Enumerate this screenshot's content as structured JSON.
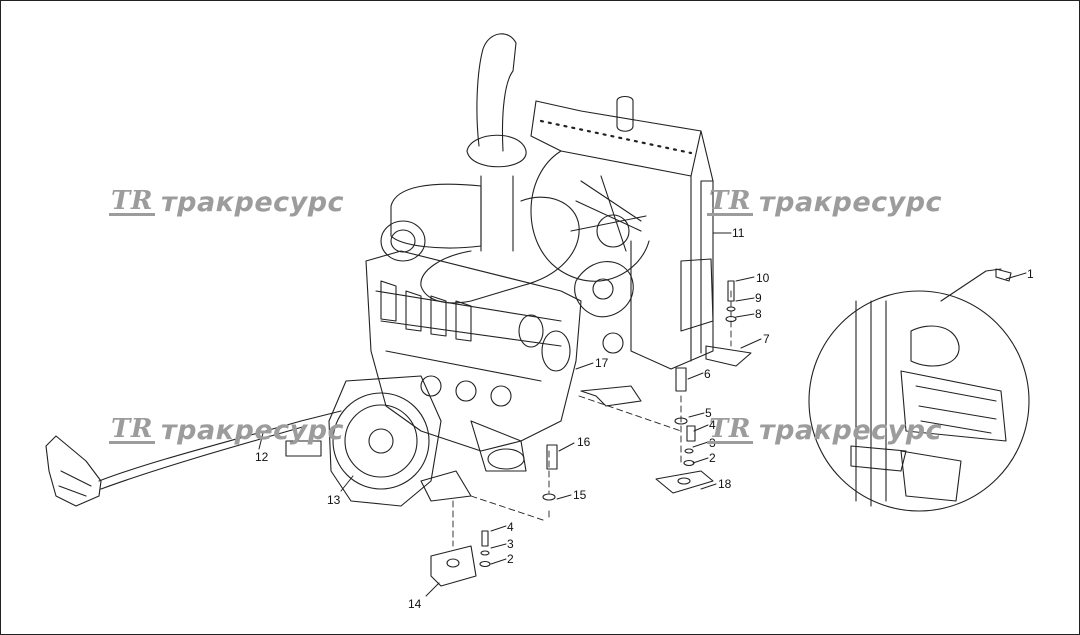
{
  "watermark": {
    "logo": "TR",
    "text": "тракресурс"
  },
  "callouts": [
    {
      "id": "c1",
      "text": "1"
    },
    {
      "id": "c2a",
      "text": "2"
    },
    {
      "id": "c2b",
      "text": "2"
    },
    {
      "id": "c3a",
      "text": "3"
    },
    {
      "id": "c3b",
      "text": "3"
    },
    {
      "id": "c4a",
      "text": "4"
    },
    {
      "id": "c4b",
      "text": "4"
    },
    {
      "id": "c5",
      "text": "5"
    },
    {
      "id": "c6",
      "text": "6"
    },
    {
      "id": "c7",
      "text": "7"
    },
    {
      "id": "c8",
      "text": "8"
    },
    {
      "id": "c9",
      "text": "9"
    },
    {
      "id": "c10",
      "text": "10"
    },
    {
      "id": "c11",
      "text": "11"
    },
    {
      "id": "c12",
      "text": "12"
    },
    {
      "id": "c13",
      "text": "13"
    },
    {
      "id": "c14",
      "text": "14"
    },
    {
      "id": "c15",
      "text": "15"
    },
    {
      "id": "c16",
      "text": "16"
    },
    {
      "id": "c17",
      "text": "17"
    },
    {
      "id": "c18",
      "text": "18"
    }
  ],
  "colors": {
    "line": "#222222",
    "watermark": "#9c9c9c",
    "background": "#ffffff"
  }
}
